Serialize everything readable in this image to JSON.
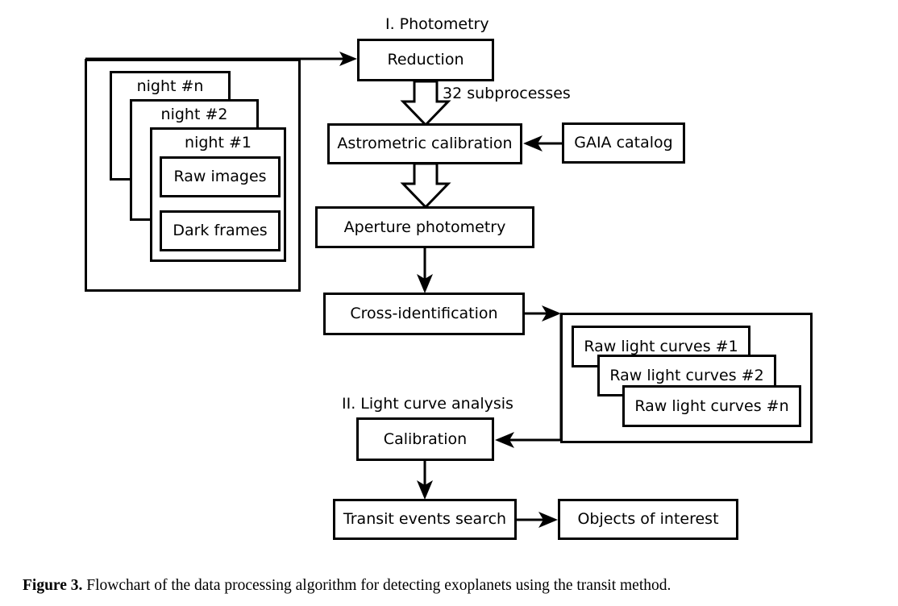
{
  "figure": {
    "caption_label": "Figure 3.",
    "caption_text": "Flowchart of the data processing algorithm for detecting exoplanets using the transit method."
  },
  "sections": {
    "photometry_label": "I. Photometry",
    "light_curve_label": "II. Light curve analysis"
  },
  "input_stack": {
    "nights": [
      {
        "label": "night #n"
      },
      {
        "label": "night #2"
      },
      {
        "label": "night #1"
      }
    ],
    "contents": [
      {
        "label": "Raw images"
      },
      {
        "label": "Dark frames"
      }
    ]
  },
  "nodes": {
    "reduction": "Reduction",
    "astrometric_calibration": "Astrometric calibration",
    "gaia_catalog": "GAIA catalog",
    "aperture_photometry": "Aperture photometry",
    "cross_identification": "Cross-identification",
    "calibration": "Calibration",
    "transit_events_search": "Transit events search",
    "objects_of_interest": "Objects of interest"
  },
  "light_curve_stack": {
    "cards": [
      {
        "label": "Raw light curves #1"
      },
      {
        "label": "Raw light curves #2"
      },
      {
        "label": "Raw light curves #n"
      }
    ]
  },
  "edges": {
    "subprocesses_label": "32 subprocesses"
  },
  "colors": {
    "stroke": "#000000",
    "fill": "#ffffff",
    "text": "#000000"
  }
}
